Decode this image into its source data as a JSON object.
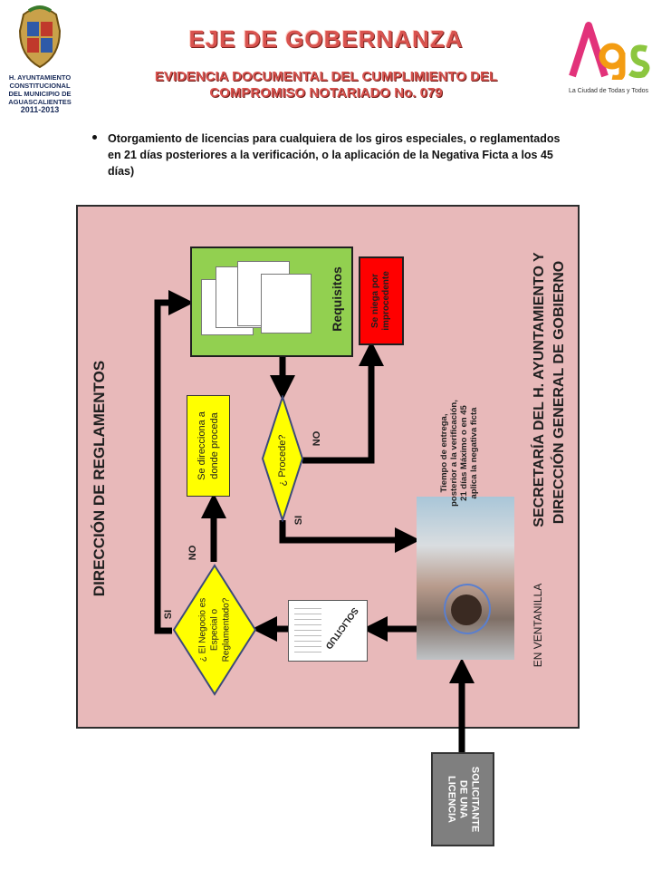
{
  "header": {
    "left_logo_text": [
      "H. AYUNTAMIENTO",
      "CONSTITUCIONAL",
      "DEL MUNICIPIO DE",
      "AGUASCALIENTES",
      "2011-2013"
    ],
    "title": "EJE DE GOBERNANZA",
    "subtitle_line1": "EVIDENCIA DOCUMENTAL DEL CUMPLIMIENTO DEL",
    "subtitle_line2": "COMPROMISO NOTARIADO No. 079",
    "right_logo_word": "Ags",
    "right_logo_tagline": "La Ciudad de Todas y Todos"
  },
  "bullet": {
    "text": "Otorgamiento de licencias para cualquiera de los giros especiales, o reglamentados en 21 días posteriores a la verificación, o la aplicación de la Negativa Ficta a los 45 días)"
  },
  "diagram": {
    "left_side_label": "DIRECCIÓN DE REGLAMENTOS",
    "right_side_label_line1": "SECRETARÍA DEL H. AYUNTAMIENTO Y",
    "right_side_label_line2": "DIRECCIÓN GENERAL DE GOBIERNO",
    "requisitos": "Requisitos",
    "negative_box": "Se niega por improcedente",
    "direcciona_box": "Se direcciona a donde proceda",
    "procede_diamond": "¿ Procede?",
    "negocio_diamond": "¿ El Negocio es Especial o Reglamentado?",
    "label_no_top": "NO",
    "label_si_top": "SI",
    "label_no_bottom": "NO",
    "label_si_bottom": "SI",
    "solicitud": "SOLICITUD",
    "tiempo_note": "Tiempo de entrega, posterior a la verificación, 21 días Máximo o en 45 aplica la negativa ficta",
    "en_ventanilla": "EN VENTANILLA",
    "solicitante": "SOLICITANTE DE UNA LICENCIA"
  },
  "colors": {
    "title_red": "#d9534f",
    "panel_pink": "#e8b9ba",
    "requisitos_green": "#92d050",
    "negative_red": "#ff0000",
    "yellow": "#ffff00",
    "solicitante_gray": "#7f7f7f"
  }
}
